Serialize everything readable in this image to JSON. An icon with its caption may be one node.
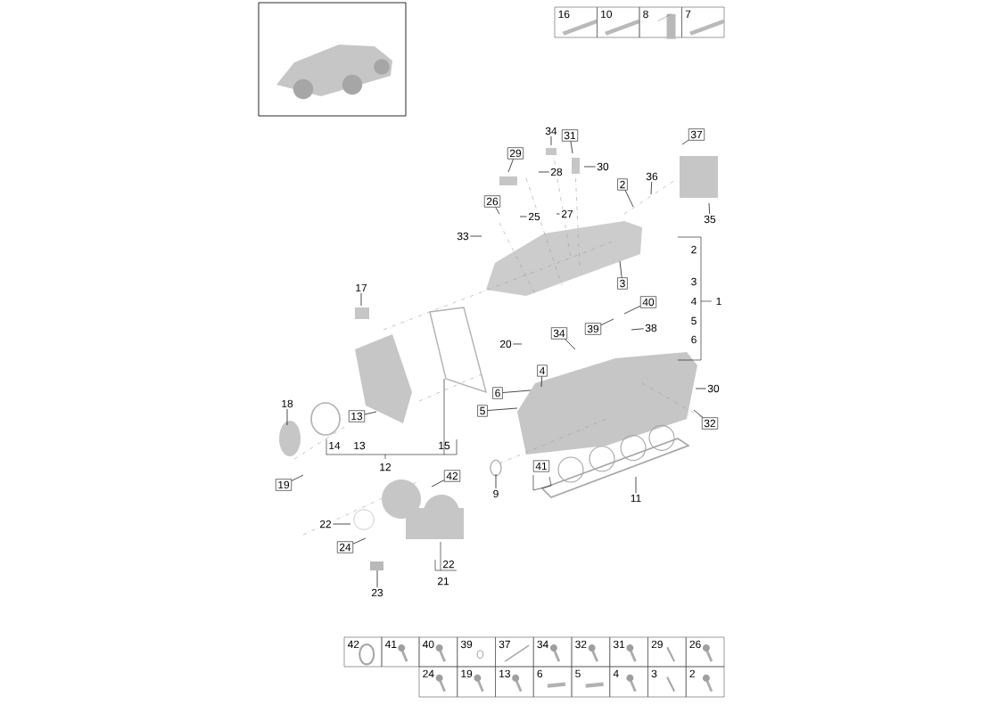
{
  "diagram": {
    "nodes": [
      {
        "text": [
          "34"
        ]
      },
      {
        "text": [
          "31"
        ]
      },
      {
        "text": [
          "37"
        ]
      },
      {
        "text": [
          "29"
        ]
      },
      {
        "text": [
          "28"
        ]
      },
      {
        "text": [
          "30"
        ]
      },
      {
        "text": [
          "36"
        ]
      },
      {
        "text": [
          "2"
        ]
      },
      {
        "text": [
          "26"
        ]
      },
      {
        "text": [
          "27"
        ]
      },
      {
        "text": [
          "25"
        ]
      },
      {
        "text": [
          "35"
        ]
      },
      {
        "text": [
          "33"
        ]
      },
      {
        "text": [
          "3"
        ]
      },
      {
        "text": [
          "17"
        ]
      },
      {
        "text": [
          "40"
        ]
      },
      {
        "text": [
          "38"
        ]
      },
      {
        "text": [
          "39"
        ]
      },
      {
        "text": [
          "34"
        ]
      },
      {
        "text": [
          "20"
        ]
      },
      {
        "text": [
          "4"
        ]
      },
      {
        "text": [
          "6"
        ]
      },
      {
        "text": [
          "30"
        ]
      },
      {
        "text": [
          "5"
        ]
      },
      {
        "text": [
          "18"
        ]
      },
      {
        "text": [
          "13"
        ]
      },
      {
        "text": [
          "32"
        ]
      },
      {
        "text": [
          "42"
        ]
      },
      {
        "text": [
          "19"
        ]
      },
      {
        "text": [
          "9"
        ]
      },
      {
        "text": [
          "11"
        ]
      },
      {
        "text": [
          "22"
        ]
      },
      {
        "text": [
          "24"
        ]
      },
      {
        "text": [
          "23"
        ]
      },
      {
        "text": [
          "41"
        ]
      }
    ],
    "edges": [
      {
        "from": 0,
        "to": null,
        "arrow": "none"
      },
      {
        "from": 1,
        "to": null,
        "arrow": "none"
      },
      {
        "from": 2,
        "to": null,
        "arrow": "none"
      },
      {
        "from": 3,
        "to": null,
        "arrow": "none"
      },
      {
        "from": 4,
        "to": null,
        "arrow": "none"
      },
      {
        "from": 5,
        "to": null,
        "arrow": "none"
      },
      {
        "from": 6,
        "to": null,
        "arrow": "none"
      },
      {
        "from": 7,
        "to": null,
        "arrow": "none"
      },
      {
        "from": 8,
        "to": null,
        "arrow": "none"
      },
      {
        "from": 9,
        "to": null,
        "arrow": "none"
      },
      {
        "from": 10,
        "to": null,
        "arrow": "none"
      },
      {
        "from": 11,
        "to": null,
        "arrow": "none"
      },
      {
        "from": 12,
        "to": null,
        "arrow": "none"
      },
      {
        "from": 13,
        "to": null,
        "arrow": "none"
      },
      {
        "from": 14,
        "to": null,
        "arrow": "none"
      },
      {
        "from": 15,
        "to": null,
        "arrow": "none"
      },
      {
        "from": 16,
        "to": null,
        "arrow": "none"
      },
      {
        "from": 17,
        "to": null,
        "arrow": "none"
      },
      {
        "from": 18,
        "to": null,
        "arrow": "none"
      },
      {
        "from": 19,
        "to": null,
        "arrow": "none"
      },
      {
        "from": 20,
        "to": null,
        "arrow": "none"
      },
      {
        "from": 21,
        "to": null,
        "arrow": "none"
      },
      {
        "from": 22,
        "to": null,
        "arrow": "none"
      },
      {
        "from": 23,
        "to": null,
        "arrow": "none"
      },
      {
        "from": 24,
        "to": null,
        "arrow": "none"
      },
      {
        "from": 25,
        "to": null,
        "arrow": "none"
      },
      {
        "from": 26,
        "to": null,
        "arrow": "none"
      },
      {
        "from": 27,
        "to": null,
        "arrow": "none"
      },
      {
        "from": 28,
        "to": null,
        "arrow": "none"
      },
      {
        "from": 29,
        "to": null,
        "arrow": "none"
      },
      {
        "from": 30,
        "to": null,
        "arrow": "none"
      },
      {
        "from": 31,
        "to": null,
        "arrow": "none"
      },
      {
        "from": 32,
        "to": null,
        "arrow": "none"
      },
      {
        "from": 33,
        "to": null,
        "arrow": "none"
      }
    ],
    "labels": [
      "16",
      "10",
      "8",
      "7",
      "2",
      "3",
      "4",
      "1",
      "5",
      "6",
      "14",
      "13",
      "15",
      "12",
      "22",
      "21",
      "42",
      "41",
      "40",
      "39",
      "37",
      "34",
      "32",
      "31",
      "29",
      "26",
      "24",
      "19",
      "13",
      "6",
      "5",
      "4",
      "3",
      "2"
    ]
  }
}
